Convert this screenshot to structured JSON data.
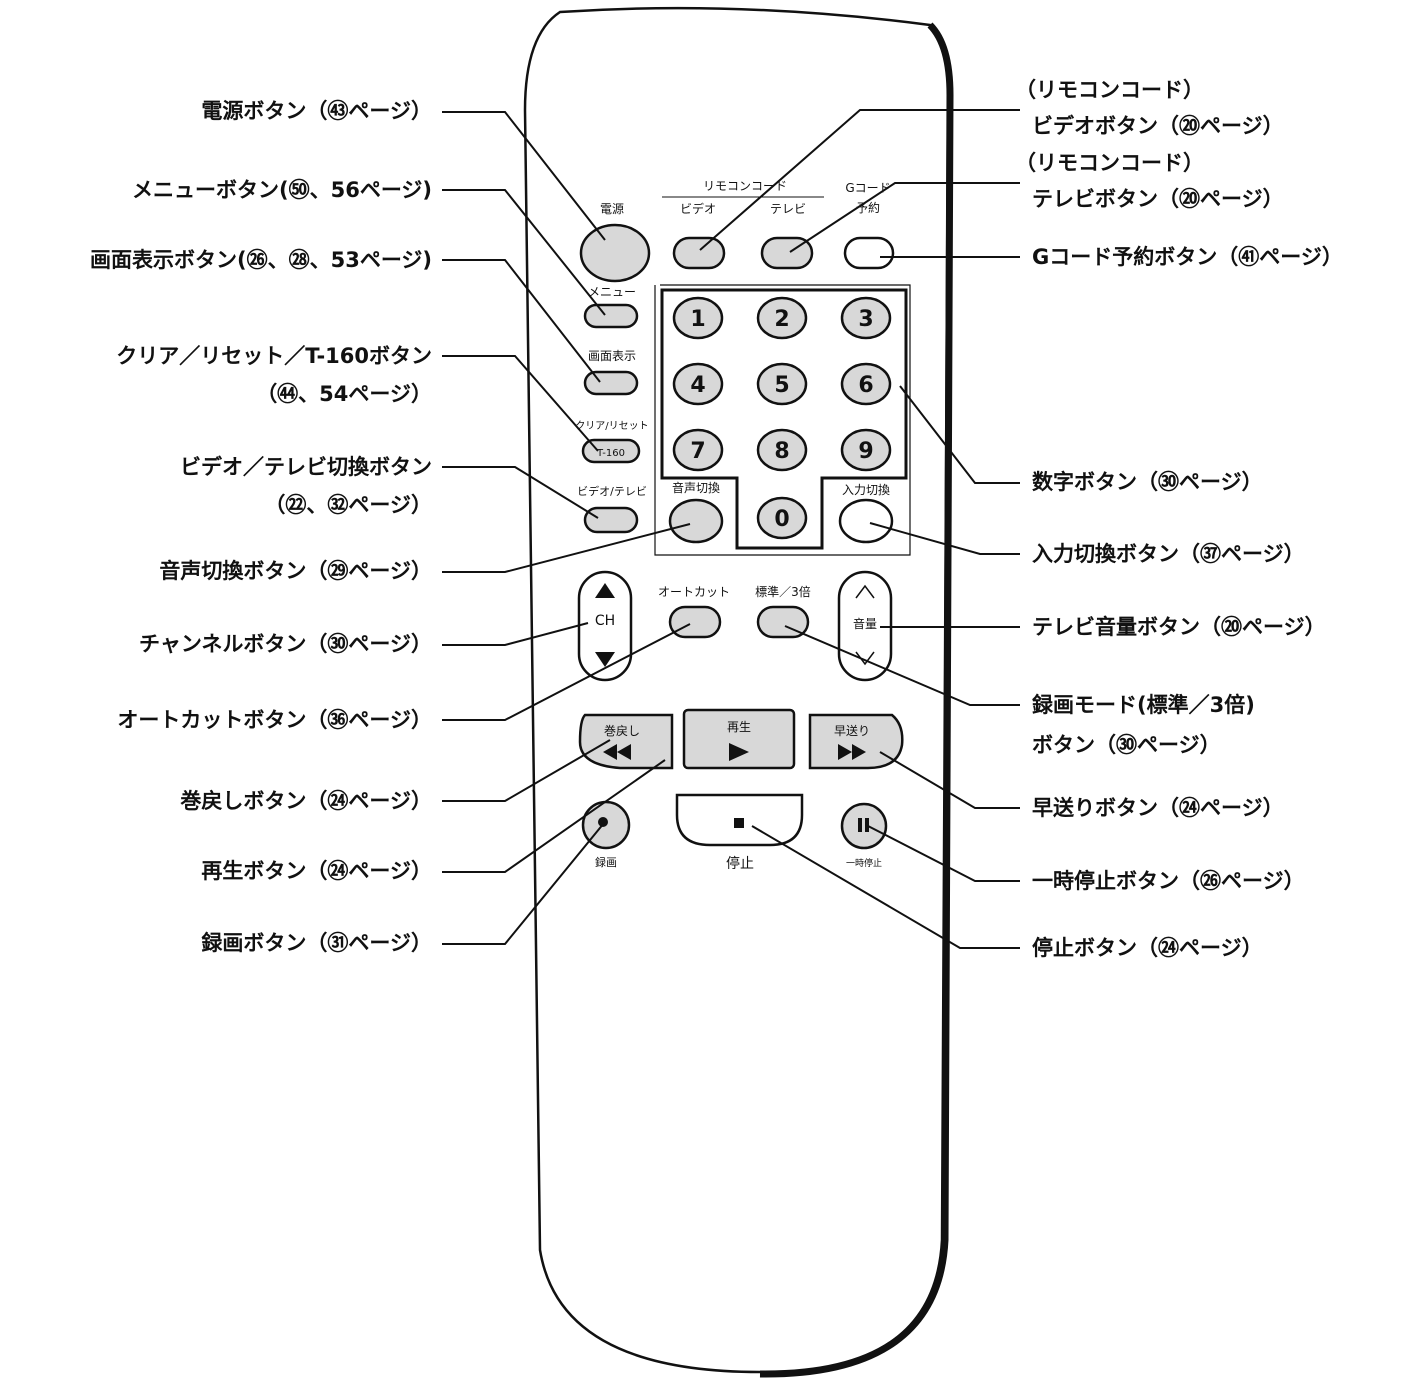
{
  "remote": {
    "power": "電源",
    "remocon_code": "リモコンコード",
    "video": "ビデオ",
    "tv": "テレビ",
    "gcode": "Gコード",
    "reserve": "予約",
    "menu": "メニュー",
    "display": "画面表示",
    "clear_reset": "クリア/リセット",
    "t160": "T-160",
    "video_tv": "ビデオ/テレビ",
    "audio": "音声切換",
    "input": "入力切換",
    "autocut": "オートカット",
    "std3x": "標準／3倍",
    "ch": "CH",
    "volume": "音量",
    "rewind": "巻戻し",
    "play": "再生",
    "ffwd": "早送り",
    "rec": "録画",
    "stop": "停止",
    "pause": "一時停止",
    "numbers": [
      "1",
      "2",
      "3",
      "4",
      "5",
      "6",
      "7",
      "8",
      "9",
      "0"
    ]
  },
  "callouts": {
    "left": [
      {
        "text": "電源ボタン（㊸ページ）"
      },
      {
        "text": "メニューボタン(㊿、56ページ)"
      },
      {
        "text": "画面表示ボタン(㉖、㉘、53ページ)"
      },
      {
        "text": "クリア／リセット／T-160ボタン",
        "text2": "（㊹、54ページ）"
      },
      {
        "text": "ビデオ／テレビ切換ボタン",
        "text2": "（㉒、㉜ページ）"
      },
      {
        "text": "音声切換ボタン（㉙ページ）"
      },
      {
        "text": "チャンネルボタン（㉚ページ）"
      },
      {
        "text": "オートカットボタン（㊱ページ）"
      },
      {
        "text": "巻戻しボタン（㉔ページ）"
      },
      {
        "text": "再生ボタン（㉔ページ）"
      },
      {
        "text": "録画ボタン（㉛ページ）"
      }
    ],
    "right": [
      {
        "text": "（リモコンコード）",
        "text2": "ビデオボタン（⑳ページ）"
      },
      {
        "text": "（リモコンコード）",
        "text2": "テレビボタン（⑳ページ）"
      },
      {
        "text": "Gコード予約ボタン（㊶ページ）"
      },
      {
        "text": "数字ボタン（㉚ページ）"
      },
      {
        "text": "入力切換ボタン（㊲ページ）"
      },
      {
        "text": "テレビ音量ボタン（⑳ページ）"
      },
      {
        "text": "録画モード(標準／3倍)",
        "text2": "ボタン（㉚ページ）"
      },
      {
        "text": "早送りボタン（㉔ページ）"
      },
      {
        "text": "一時停止ボタン（㉖ページ）"
      },
      {
        "text": "停止ボタン（㉔ページ）"
      }
    ]
  }
}
